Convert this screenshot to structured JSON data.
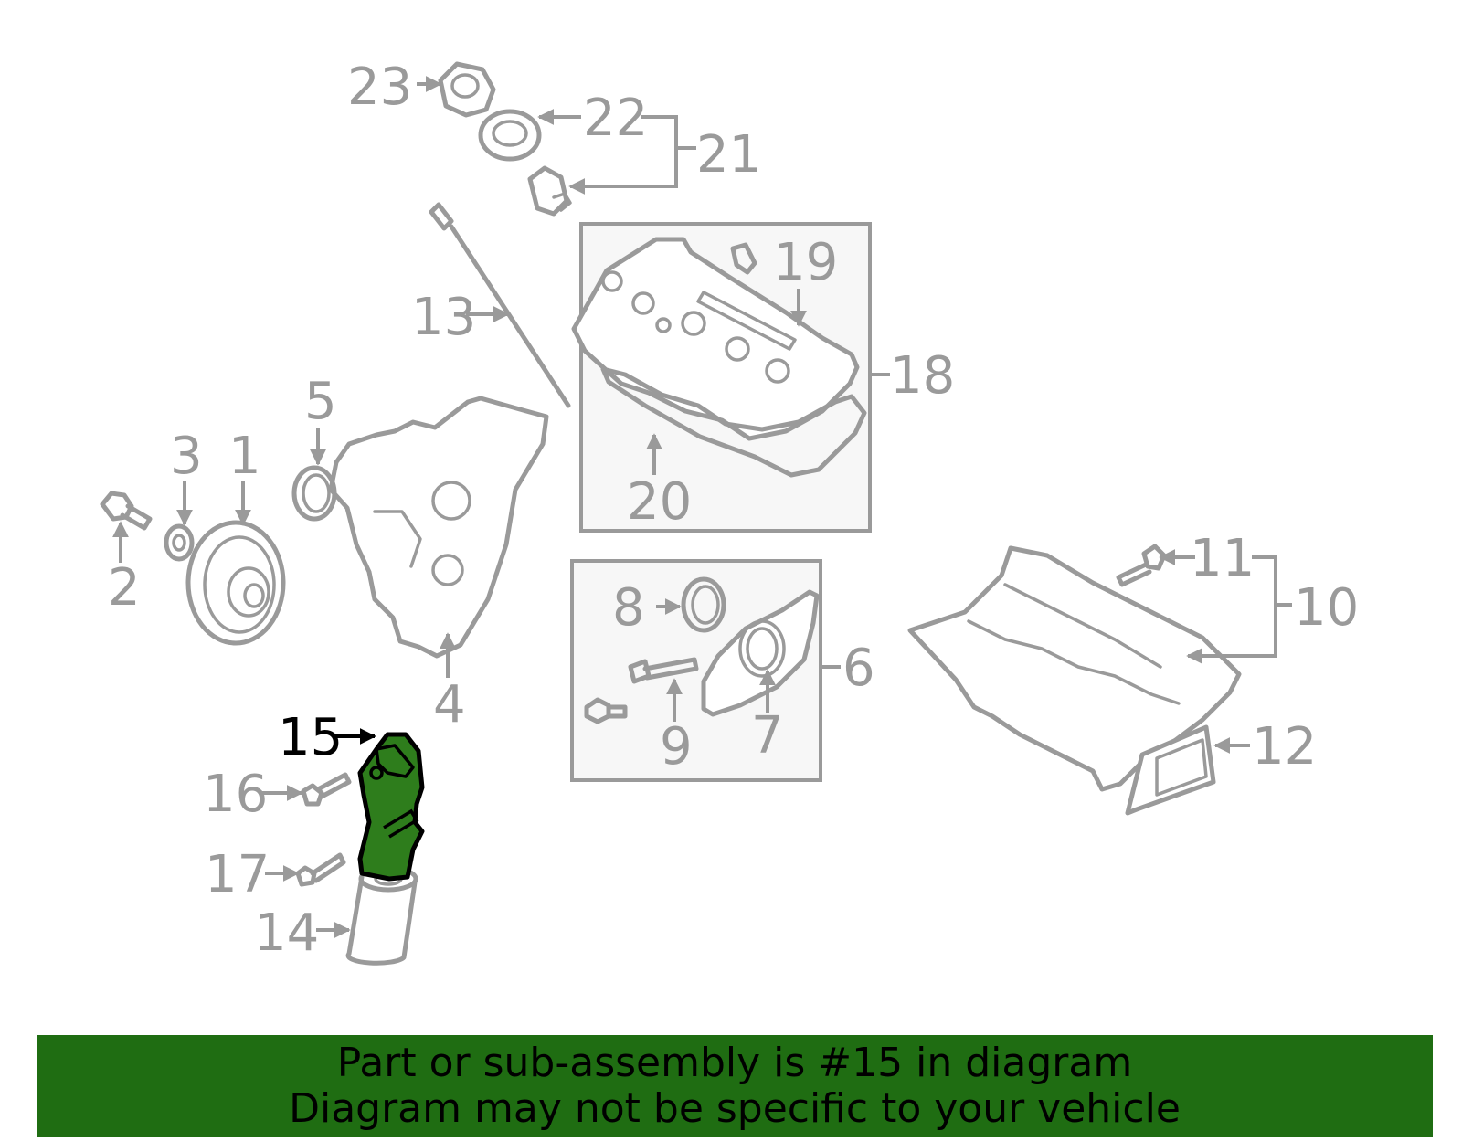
{
  "highlight_color": "#2e7d1c",
  "banner_color": "#1f6d12",
  "callouts": [
    "1",
    "2",
    "3",
    "4",
    "5",
    "6",
    "7",
    "8",
    "9",
    "10",
    "11",
    "12",
    "13",
    "14",
    "15",
    "16",
    "17",
    "18",
    "19",
    "20",
    "21",
    "22",
    "23"
  ],
  "highlighted_callout": "15",
  "banner": {
    "line1": "Part or sub-assembly is #15 in diagram",
    "line2": "Diagram may not be specific to your vehicle"
  }
}
